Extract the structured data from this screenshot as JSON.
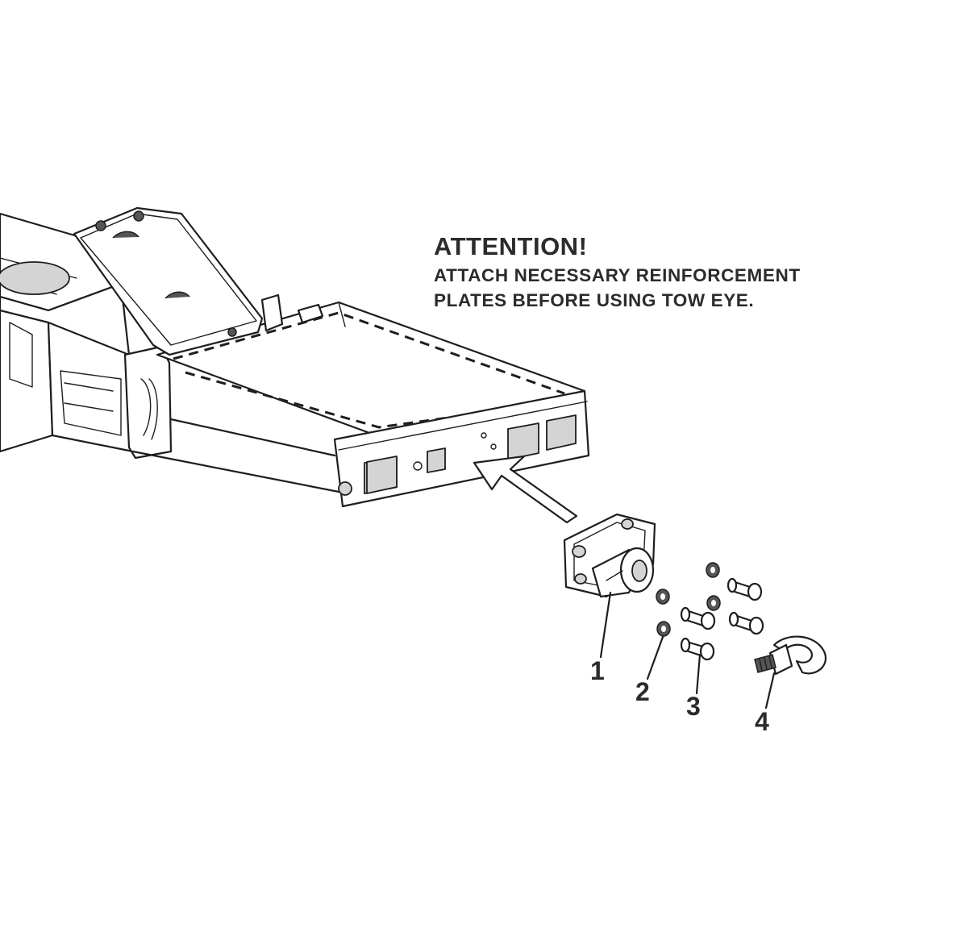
{
  "notice": {
    "heading": "ATTENTION!",
    "line1": "ATTACH NECESSARY REINFORCEMENT",
    "line2": "PLATES BEFORE USING TOW EYE."
  },
  "callouts": [
    "1",
    "2",
    "3",
    "4"
  ]
}
